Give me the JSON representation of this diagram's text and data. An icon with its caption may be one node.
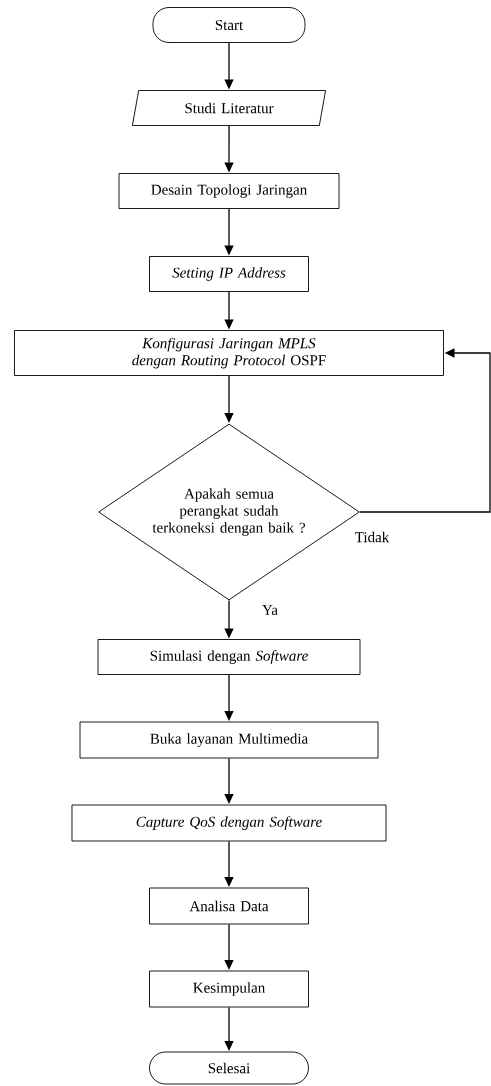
{
  "diagram": {
    "nodes": [
      {
        "text": [
          "Start"
        ]
      },
      {
        "text": [
          "Studi Literatur"
        ]
      },
      {
        "text": [
          "Desain Topologi Jaringan"
        ]
      },
      {
        "text": [
          "Setting IP Address"
        ]
      },
      {
        "text": [
          "*Konfigurasi Jaringan MPLS dengan Routing Protocol* OSPF"
        ]
      },
      {
        "text": [
          "Apakah semua perangkat sudah terkoneksi dengan baik ?"
        ]
      },
      {
        "text": [
          "Simulasi dengan *Software*"
        ]
      },
      {
        "text": [
          "Buka layanan Multimedia"
        ]
      },
      {
        "text": [
          "Capture QoS dengan Software"
        ]
      },
      {
        "text": [
          "Analisa Data"
        ]
      },
      {
        "text": [
          "Kesimpulan"
        ]
      },
      {
        "text": [
          "Selesai"
        ]
      }
    ],
    "edges": [
      {
        "from": 0,
        "to": 1,
        "arrow": "to"
      },
      {
        "from": 1,
        "to": 2,
        "arrow": "to"
      },
      {
        "from": 2,
        "to": 3,
        "arrow": "to"
      },
      {
        "from": 3,
        "to": 4,
        "arrow": "to"
      },
      {
        "from": 4,
        "to": 5,
        "arrow": "to"
      },
      {
        "from": 5,
        "to": 6,
        "arrow": "to",
        "label": "Ya"
      },
      {
        "from": 5,
        "to": 4,
        "arrow": "to",
        "label": "Tidak"
      },
      {
        "from": 6,
        "to": 7,
        "arrow": "to"
      },
      {
        "from": 7,
        "to": 8,
        "arrow": "to"
      },
      {
        "from": 8,
        "to": 9,
        "arrow": "to"
      },
      {
        "from": 9,
        "to": 10,
        "arrow": "to"
      },
      {
        "from": 10,
        "to": 11,
        "arrow": "to"
      }
    ]
  }
}
